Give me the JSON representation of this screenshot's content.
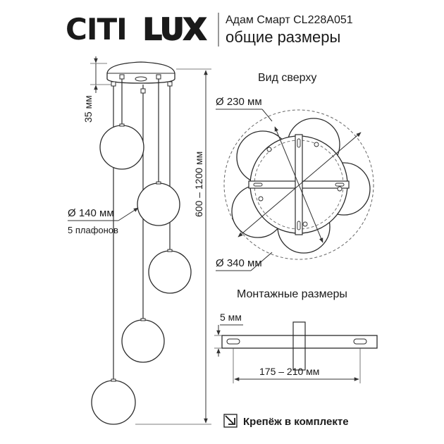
{
  "brand": {
    "logo_text_1": "CITI",
    "logo_text_2": "LUX"
  },
  "header": {
    "product": "Адам Смарт CL228A051",
    "subtitle": "общие размеры"
  },
  "side_view": {
    "canopy_offset": "35 мм",
    "shade_diameter": "Ø 140 мм",
    "shade_count": "5 плафонов",
    "height_range": "600 – 1200 мм"
  },
  "top_view": {
    "title": "Вид сверху",
    "canopy_diameter": "Ø 230 мм",
    "total_diameter": "Ø 340 мм"
  },
  "mounting": {
    "title": "Монтажные размеры",
    "thickness": "5 мм",
    "hole_distance": "175 – 210 мм"
  },
  "footer": {
    "note": "Крепёж в комплекте"
  },
  "colors": {
    "line": "#2b2b2b",
    "dim": "#555555",
    "dash": "#666666",
    "background": "#ffffff"
  }
}
